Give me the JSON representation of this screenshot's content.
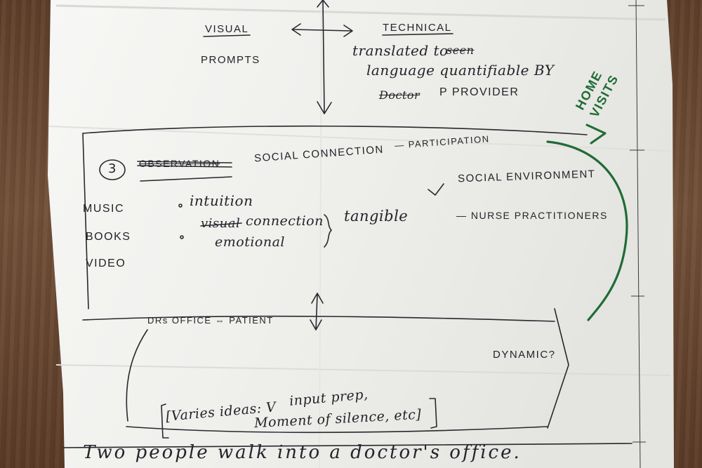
{
  "notes": {
    "visual": "VISUAL",
    "prompts": "PROMPTS",
    "technical": "TECHNICAL",
    "translated_line": "translated to",
    "translated_struck": "seen",
    "language_line": "language quantifiable BY",
    "provider_struck": "Doctor",
    "provider_line": "P PROVIDER",
    "home_visits": "HOME VISITS",
    "section_number": "3",
    "observation_struck": "OBSERVATION",
    "social_connection": "SOCIAL CONNECTION",
    "participation": "— PARTICIPATION",
    "social_environment": "SOCIAL ENVIRONMENT",
    "music": "MUSIC",
    "books": "BOOKS",
    "video": "VIDEO",
    "intuition": "intuition",
    "visual_struck": "visual",
    "connection": "connection",
    "emotional": "emotional",
    "tangible": "tangible",
    "nurse_practitioners": "— NURSE PRACTITIONERS",
    "drs_office_patient": "DRs OFFICE ⇔ PATIENT",
    "dynamic": "DYNAMIC?",
    "varies_line1": "[Varies ideas: V",
    "varies_line1b": "input prep,",
    "varies_line2": "Moment of silence, etc]",
    "bottom_line": "Two people walk into a doctor's office."
  },
  "colors": {
    "table": "#6b4a33",
    "paper": "#f4f4f2",
    "ink": "#26232a",
    "green_marker": "#1f6b35"
  }
}
